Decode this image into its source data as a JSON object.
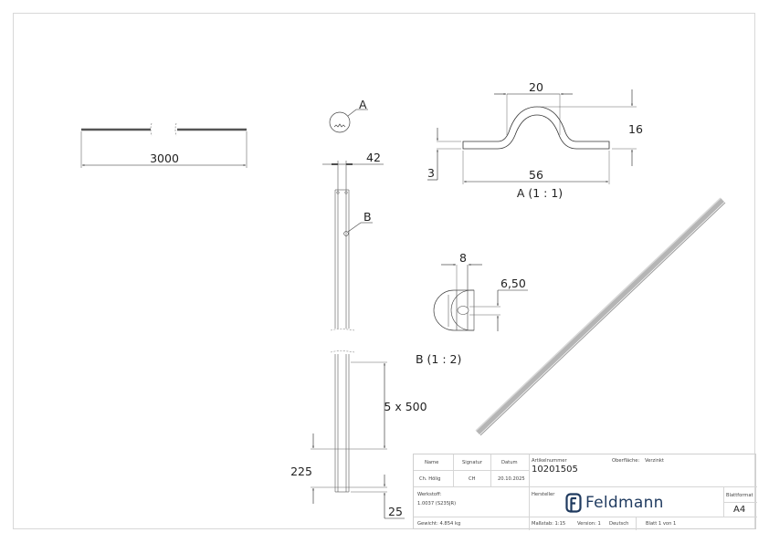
{
  "drawing": {
    "main_view": {
      "length_dim": "3000"
    },
    "side_view": {
      "width_dim": "42",
      "detail_a_marker": "A",
      "detail_b_marker": "B",
      "pitch_dim": "5 x 500",
      "offset_dim": "225",
      "end_dim": "25"
    },
    "detail_a": {
      "title": "A (1 : 1)",
      "dim_top": "20",
      "dim_height": "16",
      "dim_thickness": "3",
      "dim_width": "56"
    },
    "detail_b": {
      "title": "B (1 : 2)",
      "dim_width": "8",
      "dim_hole": "6,50"
    }
  },
  "title_block": {
    "name_label": "Name",
    "signature_label": "Signatur",
    "date_label": "Datum",
    "name_value": "Ch. Hölig",
    "signature_value": "CH",
    "date_value": "20.10.2025",
    "article_label": "Artikelnummer",
    "article_value": "10201505",
    "surface_label": "Oberfläche:",
    "surface_value": "Verzinkt",
    "material_label": "Werkstoff:",
    "material_value": "1.0037 (S235JR)",
    "manufacturer_label": "Hersteller",
    "logo_text": "Feldmann",
    "sheet_format_label": "Blattformat",
    "sheet_format_value": "A4",
    "weight_text": "Gewicht: 4.854 kg",
    "scale_text": "Maßstab: 1:15",
    "version_text": "Version: 1",
    "language_text": "Deutsch",
    "sheet_text": "Blatt 1 von 1"
  },
  "colors": {
    "line": "#333333",
    "iso_rod": "#bdbdbd",
    "logo": "#1f3a5f"
  }
}
